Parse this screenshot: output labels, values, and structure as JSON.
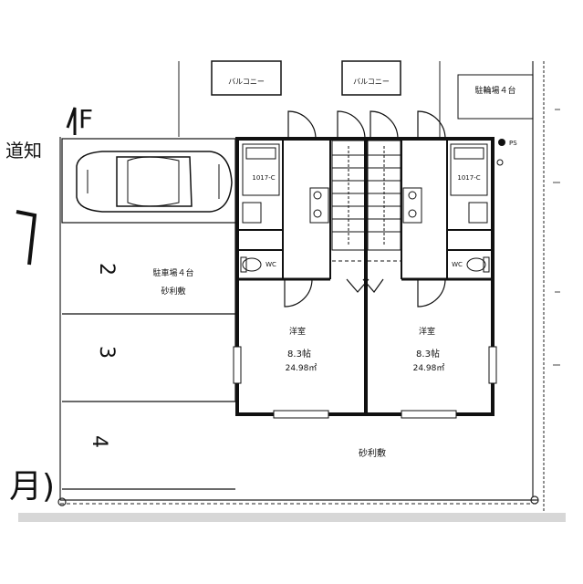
{
  "floor_label": "1F",
  "edge_text_left_top": "道知",
  "edge_text_bottom_left": "月)",
  "balconies": [
    "バルコニー",
    "バルコニー"
  ],
  "parking_note": "駐輪場４台",
  "parking_area": {
    "title": "駐車場４台",
    "surface": "砂利敷",
    "spaces": [
      "2",
      "3",
      "4"
    ]
  },
  "units": [
    {
      "room": "洋室",
      "size_jo": "8.3帖",
      "area": "24.98㎡"
    },
    {
      "room": "洋室",
      "size_jo": "8.3帖",
      "area": "24.98㎡"
    }
  ],
  "fixtures": {
    "unit_bath": "1017-C",
    "toilet": "WC",
    "meter": "PS"
  },
  "yard_surface": "砂利敷"
}
